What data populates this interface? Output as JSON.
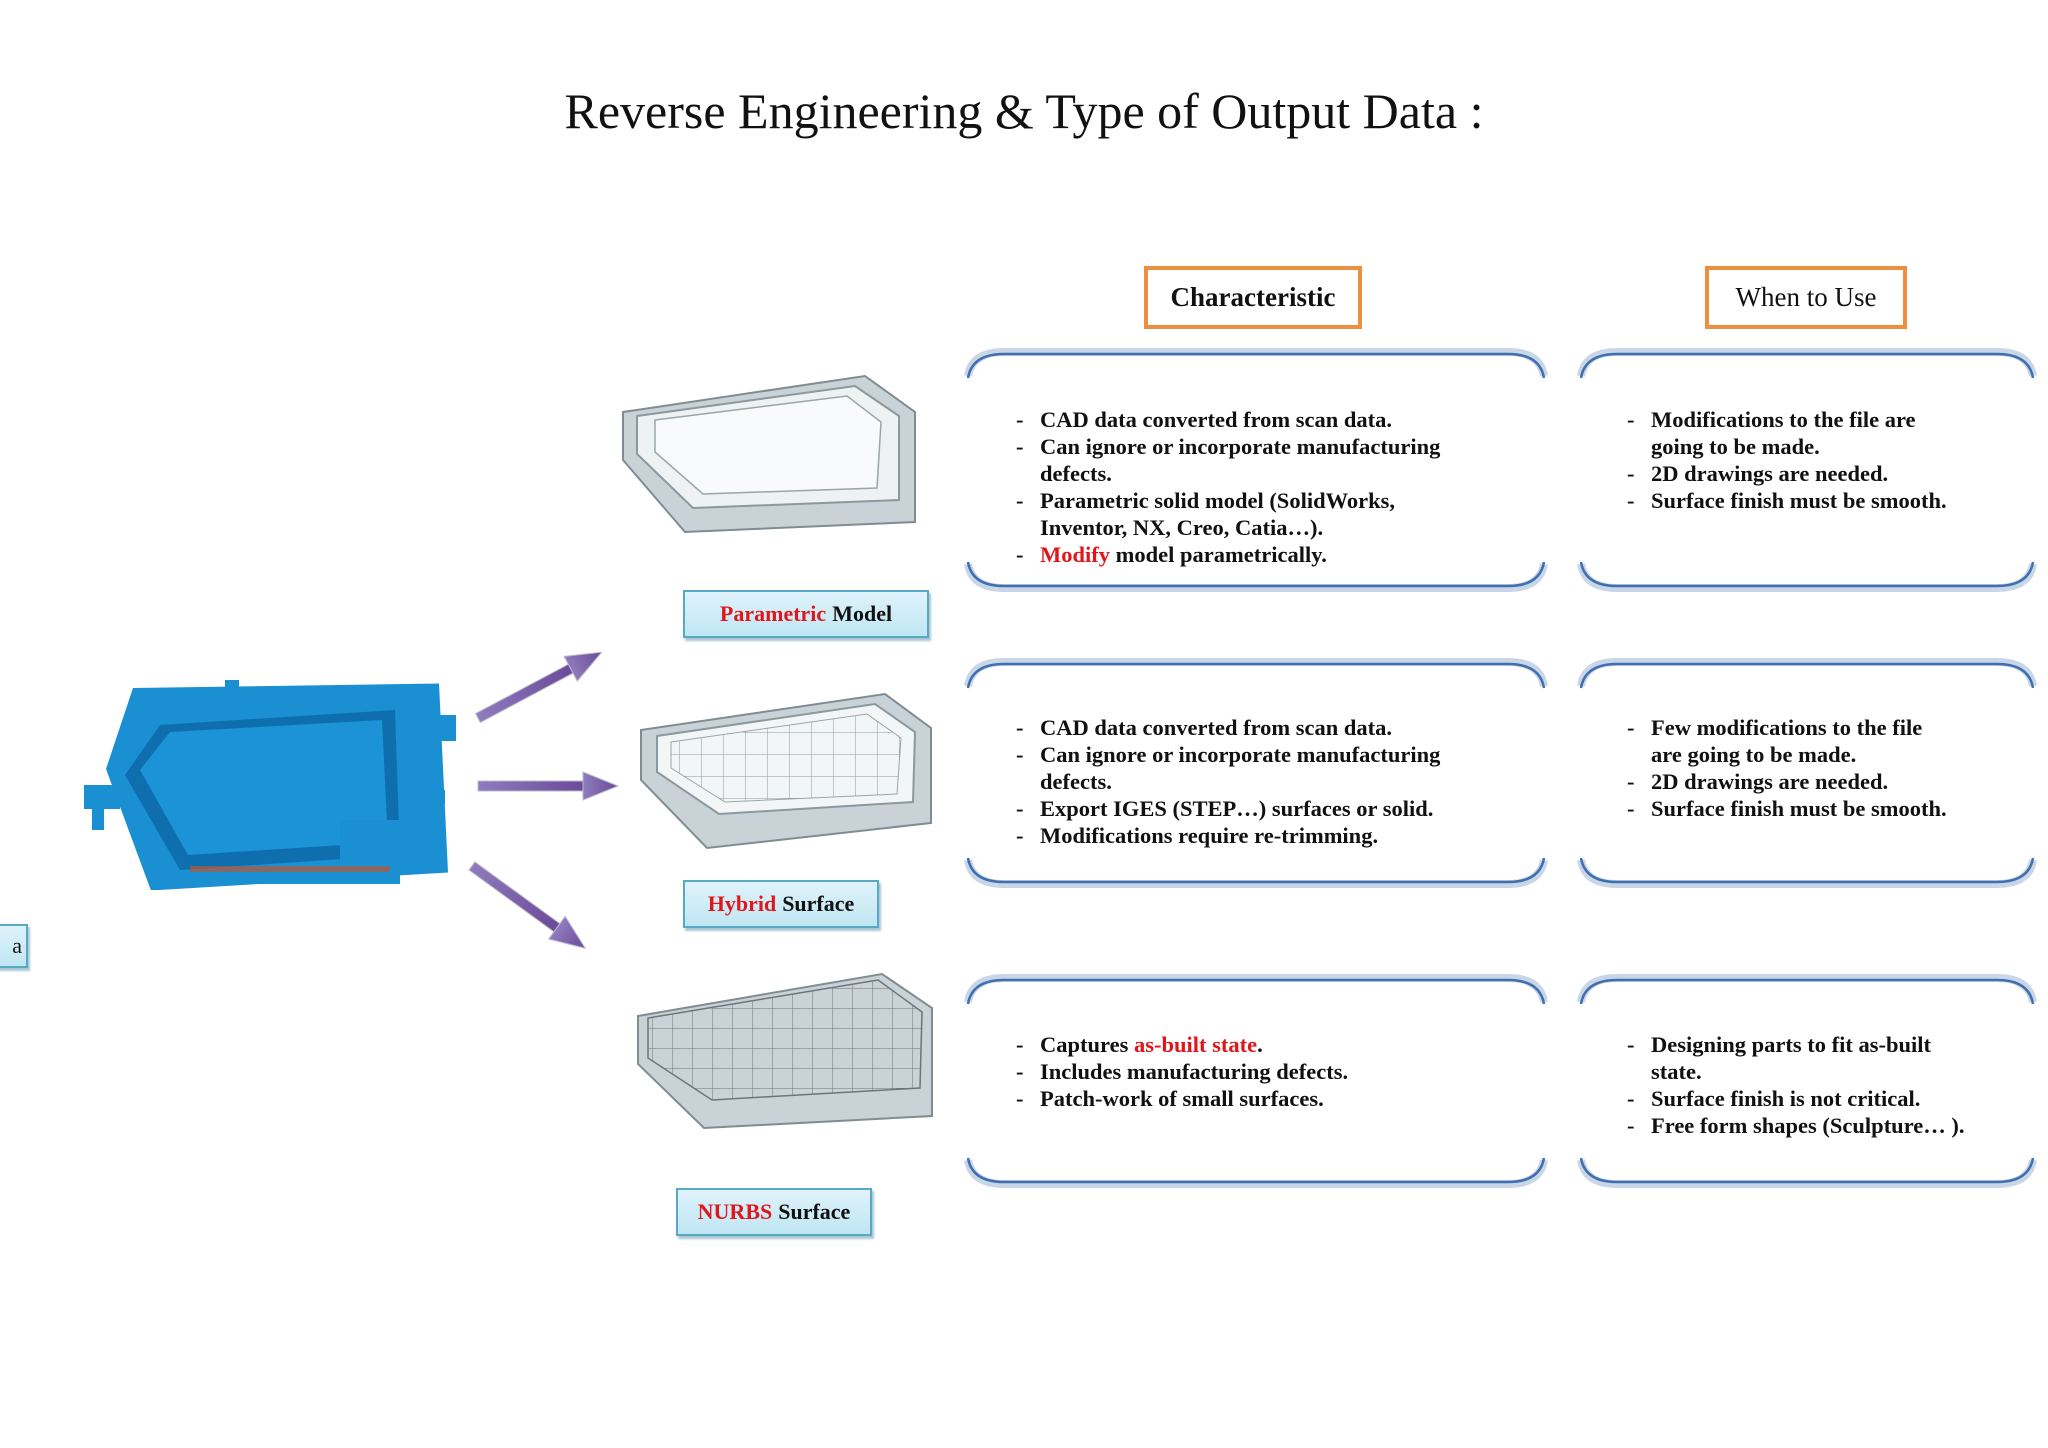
{
  "title": "Reverse Engineering & Type of Output Data :",
  "headers": {
    "characteristic": "Characteristic",
    "when_to_use": "When to Use"
  },
  "side_label": "a",
  "rows": [
    {
      "label": {
        "highlight": "Parametric",
        "rest": "Model"
      },
      "characteristic": [
        [
          {
            "t": "CAD data converted from scan data."
          }
        ],
        [
          {
            "t": "Can ignore or incorporate manufacturing"
          }
        ],
        [
          {
            "t": "defects."
          }
        ],
        [
          {
            "t": "Parametric solid model (SolidWorks,"
          }
        ],
        [
          {
            "t": "Inventor, NX, Creo, Catia…)."
          }
        ],
        [
          {
            "t": "Modify",
            "red": true
          },
          {
            "t": " model parametrically."
          }
        ]
      ],
      "when": [
        [
          {
            "t": "Modifications to the file are"
          }
        ],
        [
          {
            "t": "going to be made."
          }
        ],
        [
          {
            "t": "2D drawings are needed."
          }
        ],
        [
          {
            "t": "Surface finish must be smooth."
          }
        ]
      ]
    },
    {
      "label": {
        "highlight": "Hybrid",
        "rest": "Surface"
      },
      "characteristic": [
        [
          {
            "t": "CAD data converted from scan data."
          }
        ],
        [
          {
            "t": "Can ignore or incorporate manufacturing"
          }
        ],
        [
          {
            "t": "defects."
          }
        ],
        [
          {
            "t": "Export IGES (STEP…) surfaces or solid."
          }
        ],
        [
          {
            "t": "Modifications require re-trimming."
          }
        ]
      ],
      "when": [
        [
          {
            "t": "Few modifications to the file"
          }
        ],
        [
          {
            "t": "are going to be made."
          }
        ],
        [
          {
            "t": "2D drawings are needed."
          }
        ],
        [
          {
            "t": "Surface finish must be smooth."
          }
        ]
      ]
    },
    {
      "label": {
        "highlight": "NURBS",
        "rest": "Surface"
      },
      "characteristic": [
        [
          {
            "t": "Captures "
          },
          {
            "t": "as-built state",
            "red": true
          },
          {
            "t": "."
          }
        ],
        [
          {
            "t": "Includes manufacturing defects."
          }
        ],
        [
          {
            "t": "Patch-work of small surfaces."
          }
        ]
      ],
      "when": [
        [
          {
            "t": "Designing parts to fit as-built"
          }
        ],
        [
          {
            "t": "state."
          }
        ],
        [
          {
            "t": "Surface finish is not critical."
          }
        ],
        [
          {
            "t": "Free form shapes (Sculpture… )."
          }
        ]
      ]
    }
  ],
  "colors": {
    "header_border": "#ee8f3f",
    "highlight_red": "#e0161b",
    "scan_blue": "#1a8fd1",
    "arrow_purple": "#7c5aa8",
    "panel_blue": "#3f6fae",
    "label_bg": "#cbeaf5"
  }
}
